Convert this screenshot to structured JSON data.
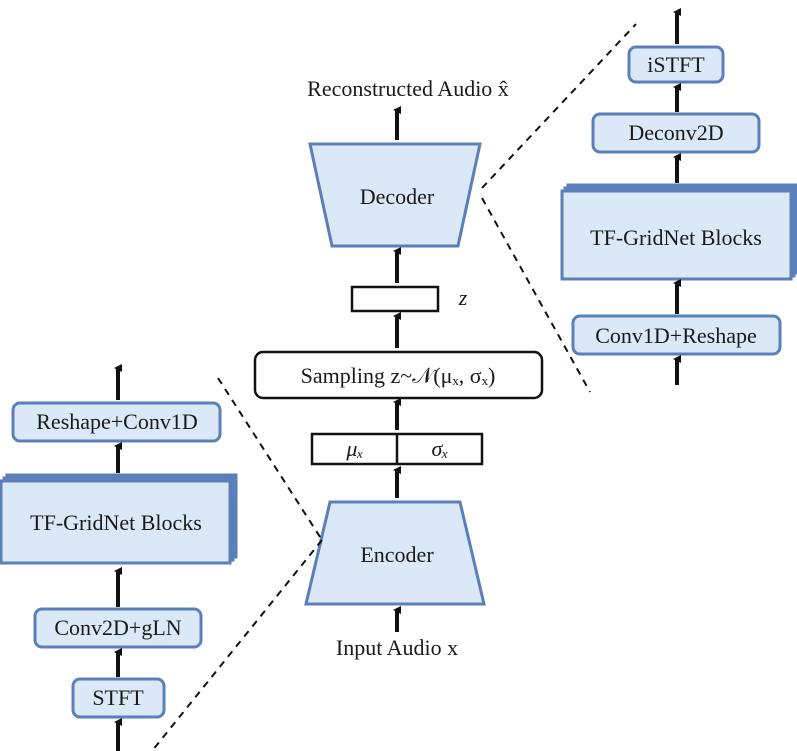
{
  "main": {
    "output_label": "Reconstructed Audio x̂",
    "decoder_label": "Decoder",
    "z_label": "z",
    "sampling_label": "Sampling z~𝒩(μₓ, σₓ)",
    "mu_label": "μₓ",
    "sigma_label": "σₓ",
    "encoder_label": "Encoder",
    "input_label": "Input Audio x"
  },
  "encoder_detail": {
    "reshape_conv1d": "Reshape+Conv1D",
    "tf_gridnet": "TF-GridNet Blocks",
    "conv2d_gln": "Conv2D+gLN",
    "stft": "STFT"
  },
  "decoder_detail": {
    "istft": "iSTFT",
    "deconv2d": "Deconv2D",
    "tf_gridnet": "TF-GridNet Blocks",
    "conv1d_reshape": "Conv1D+Reshape"
  }
}
